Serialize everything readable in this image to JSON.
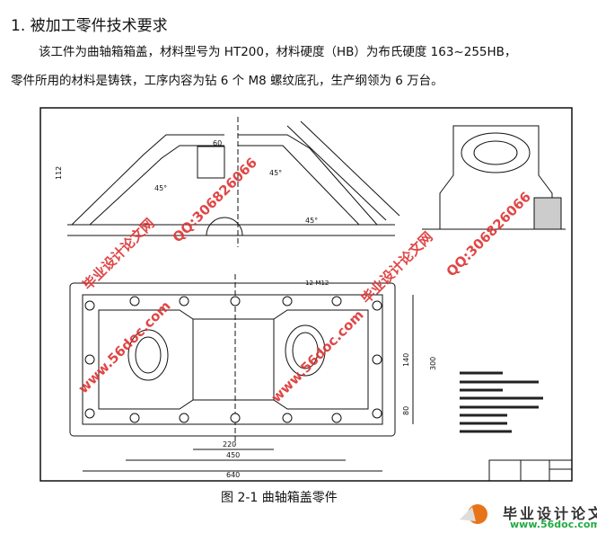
{
  "heading": "1. 被加工零件技术要求",
  "para": {
    "line1": "该工件为曲轴箱箱盖，材料型号为 HT200，材料硬度（HB）为布氏硬度 163~255HB，",
    "line2": "零件所用的材料是铸铁，工序内容为钻 6 个 M8 螺纹底孔，生产纲领为 6 万台。"
  },
  "drawing": {
    "dims": {
      "d60": "60",
      "d112": "112",
      "a45a": "45°",
      "a45b": "45°",
      "a45c": "45°",
      "d220": "220",
      "d450": "450",
      "d640": "640",
      "d300": "300",
      "d140": "140",
      "d80": "80",
      "holes": "12-M12"
    }
  },
  "caption": "图 2-1 曲轴箱盖零件",
  "watermark": {
    "w1": "毕业设计论文网",
    "w2": "www.56doc.com",
    "w3": "QQ:306826066"
  },
  "logo": {
    "name": "毕业设计论文网",
    "url": "www.56doc.com"
  }
}
